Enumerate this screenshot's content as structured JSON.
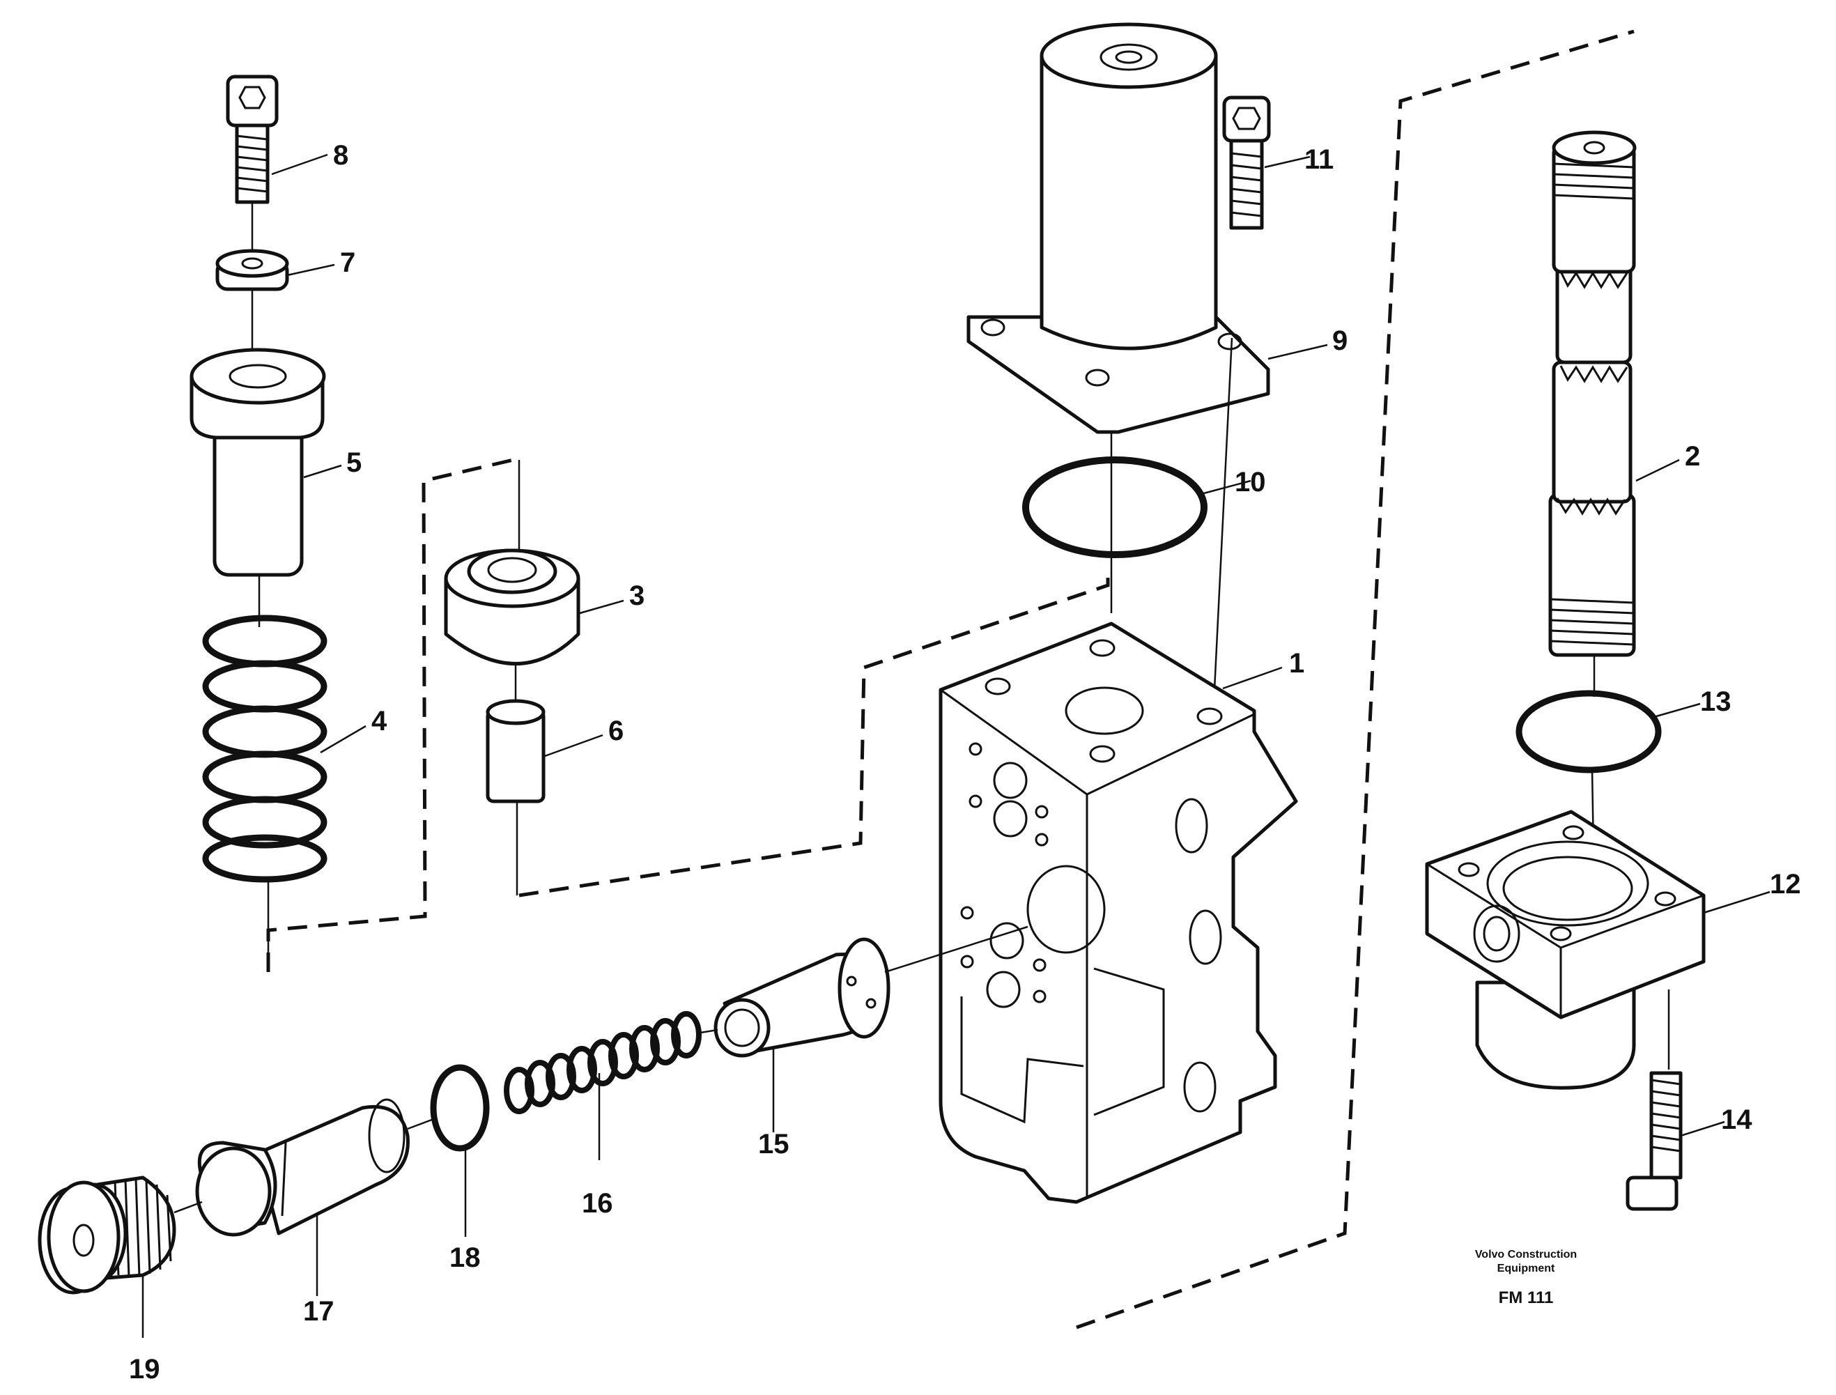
{
  "diagram": {
    "part_numbers": [
      "1",
      "2",
      "3",
      "4",
      "5",
      "6",
      "7",
      "8",
      "9",
      "10",
      "11",
      "12",
      "13",
      "14",
      "15",
      "16",
      "17",
      "18",
      "19"
    ],
    "footer": {
      "line1": "Volvo Construction",
      "line2": "Equipment",
      "code": "FM 111"
    }
  }
}
